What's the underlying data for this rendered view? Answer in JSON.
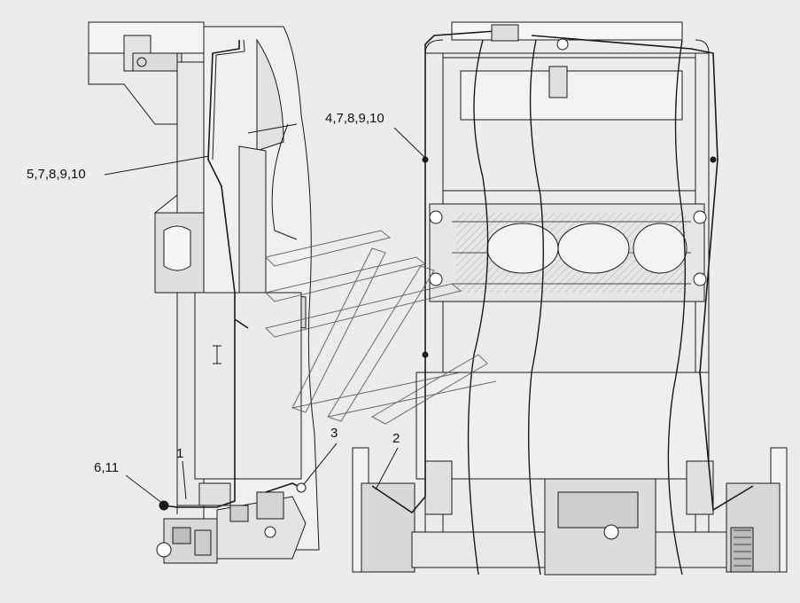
{
  "diagram": {
    "callouts": [
      {
        "id": "c1",
        "text": "5,7,8,9,10"
      },
      {
        "id": "c2",
        "text": "4,7,8,9,10"
      },
      {
        "id": "c3",
        "text": "6,11"
      },
      {
        "id": "c4",
        "text": "1"
      },
      {
        "id": "c5",
        "text": "2"
      },
      {
        "id": "c6",
        "text": "3"
      }
    ]
  },
  "colors": {
    "background": "#ececec",
    "line": "#1a1a1a",
    "shade": "#d0d0d0",
    "light": "#f7f7f7"
  }
}
